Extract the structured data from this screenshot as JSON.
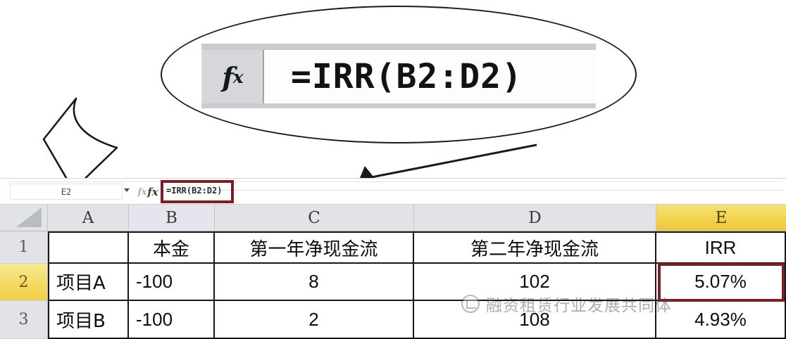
{
  "callout": {
    "fx_label": "f",
    "fx_sub": "x",
    "fx_icon_name": "insert-function-icon",
    "formula_text": "=IRR(B2:D2)",
    "outline_color": "#1a1a1a"
  },
  "formula_bar": {
    "name_box_value": "E2",
    "name_box_placeholder": "Name Box",
    "fx_label": "fx",
    "formula_text": "=IRR(B2:D2)",
    "highlight_color": "#7a1f24"
  },
  "sheet": {
    "columns": [
      {
        "label": "A",
        "active": false
      },
      {
        "label": "B",
        "active": false
      },
      {
        "label": "C",
        "active": false
      },
      {
        "label": "D",
        "active": false
      },
      {
        "label": "E",
        "active": true
      }
    ],
    "row_headers": [
      {
        "label": "1",
        "active": false
      },
      {
        "label": "2",
        "active": true
      },
      {
        "label": "3",
        "active": false
      }
    ],
    "rows": [
      {
        "A": "",
        "B": "本金",
        "C": "第一年净现金流",
        "D": "第二年净现金流",
        "E": "IRR"
      },
      {
        "A": "项目A",
        "B": "-100",
        "C": "8",
        "D": "102",
        "E": "5.07%"
      },
      {
        "A": "项目B",
        "B": "-100",
        "C": "2",
        "D": "108",
        "E": "4.93%"
      }
    ],
    "selected_cell": "E2",
    "active_column_color": "#f2d34e",
    "active_row_color": "#f4d95f",
    "selection_border_color": "#7a1f24"
  },
  "watermark": {
    "text": "融资租赁行业发展共同体",
    "logo_name": "circular-brand-logo"
  }
}
